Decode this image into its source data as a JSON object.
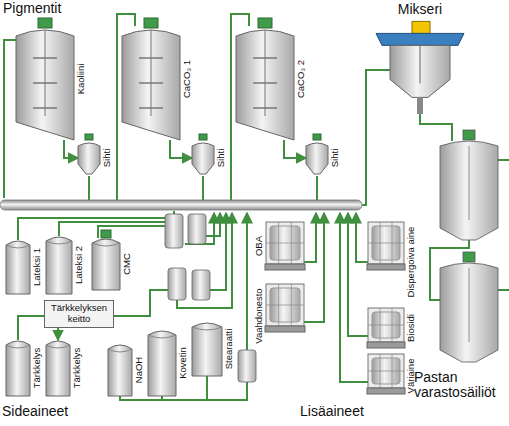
{
  "diagram": {
    "nodes": [
      {
        "text": [
          "Kaoliini"
        ]
      },
      {
        "text": [
          "Sihti"
        ]
      },
      {
        "text": [
          "CaCO₃ 1"
        ]
      },
      {
        "text": [
          "Sihti"
        ]
      },
      {
        "text": [
          "CaCO₃ 2"
        ]
      },
      {
        "text": [
          "Sihti"
        ]
      },
      {
        "text": [
          "Mikseri"
        ]
      },
      {
        "text": [
          "Lateksi 1"
        ]
      },
      {
        "text": [
          "Lateksi 2"
        ]
      },
      {
        "text": [
          "CMC"
        ]
      },
      {
        "text": [
          "OBA"
        ]
      },
      {
        "text": [
          "Dispergoiva aine"
        ]
      },
      {
        "text": [
          "Tärkkelyksen keitto"
        ]
      },
      {
        "text": [
          "Vaahdonesto"
        ]
      },
      {
        "text": [
          "Biosidi"
        ]
      },
      {
        "text": [
          "Tärkkelys"
        ]
      },
      {
        "text": [
          "Tärkkelys"
        ]
      },
      {
        "text": [
          "NaOH"
        ]
      },
      {
        "text": [
          "Kovetin"
        ]
      },
      {
        "text": [
          "Stearaatti"
        ]
      },
      {
        "text": [
          "Väriaine"
        ]
      }
    ],
    "edges": [
      {
        "from": 0,
        "to": 1,
        "arrow": "to"
      },
      {
        "from": 2,
        "to": 3,
        "arrow": "to"
      },
      {
        "from": 4,
        "to": 5,
        "arrow": "to"
      },
      {
        "from": 12,
        "to": 16,
        "arrow": "to"
      }
    ],
    "labels": [
      "Pigmentit",
      "Sideaineet",
      "Lisäaineet",
      "Pastan varastosäiliöt"
    ]
  }
}
